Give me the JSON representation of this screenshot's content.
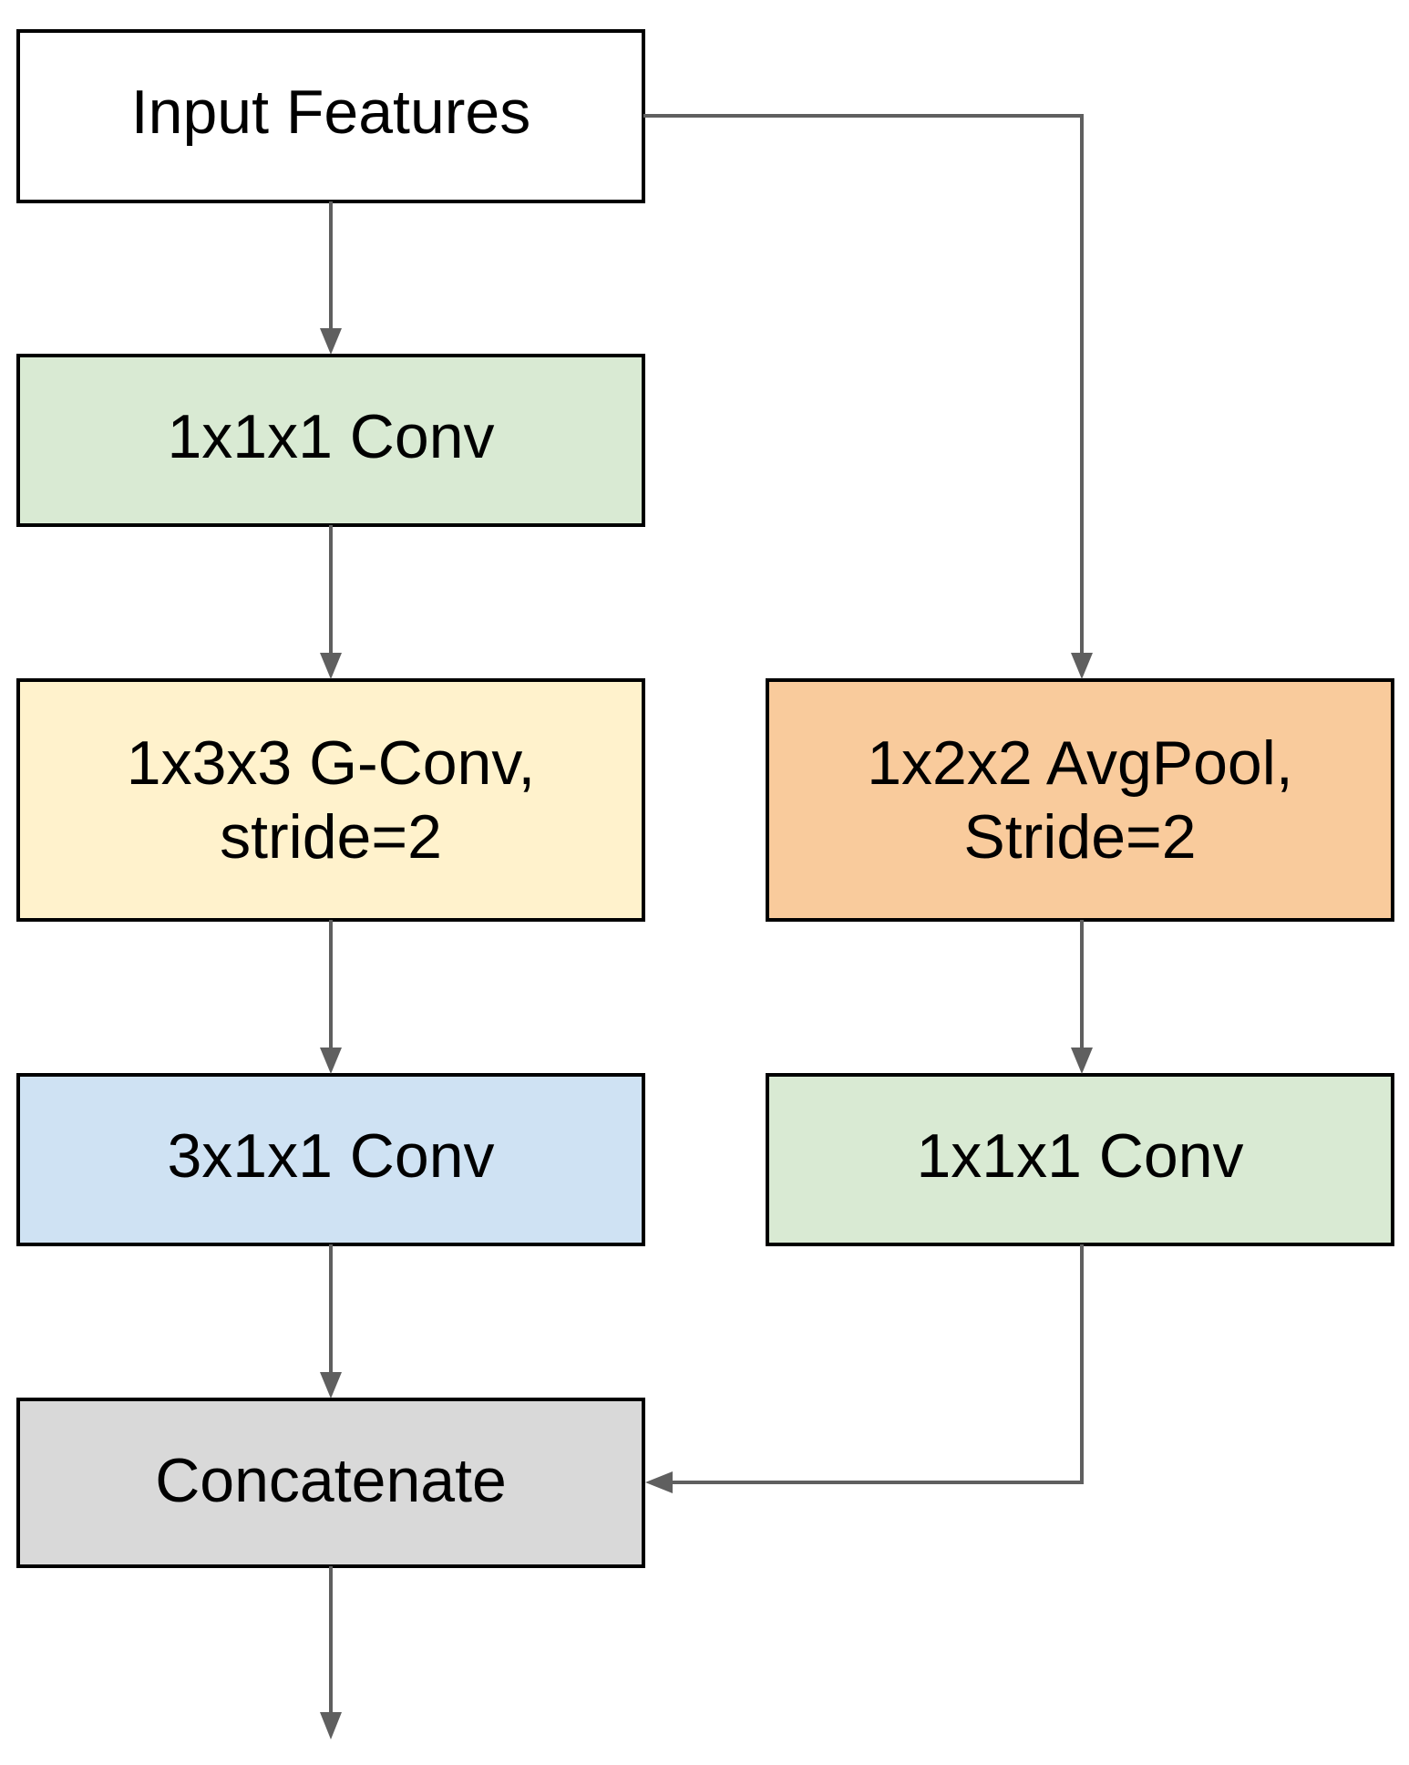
{
  "nodes": {
    "input": {
      "label": "Input Features",
      "fill": "#ffffff"
    },
    "conv_111_left": {
      "label": "1x1x1 Conv",
      "fill": "#d9ead3"
    },
    "gconv": {
      "line1": "1x3x3 G-Conv,",
      "line2": "stride=2",
      "fill": "#fff2cc"
    },
    "avgpool": {
      "line1": "1x2x2 AvgPool,",
      "line2": "Stride=2",
      "fill": "#f9cb9c"
    },
    "conv_311": {
      "label": "3x1x1 Conv",
      "fill": "#cfe2f3"
    },
    "conv_111_right": {
      "label": "1x1x1 Conv",
      "fill": "#d9ead3"
    },
    "concat": {
      "label": "Concatenate",
      "fill": "#d9d9d9"
    }
  },
  "edges": [
    {
      "from": "input",
      "to": "conv_111_left"
    },
    {
      "from": "input",
      "to": "avgpool"
    },
    {
      "from": "conv_111_left",
      "to": "gconv"
    },
    {
      "from": "gconv",
      "to": "conv_311"
    },
    {
      "from": "avgpool",
      "to": "conv_111_right"
    },
    {
      "from": "conv_311",
      "to": "concat"
    },
    {
      "from": "conv_111_right",
      "to": "concat"
    },
    {
      "from": "concat",
      "to": "output"
    }
  ],
  "colors": {
    "edge": "#5f5f5f",
    "border": "#000000"
  }
}
